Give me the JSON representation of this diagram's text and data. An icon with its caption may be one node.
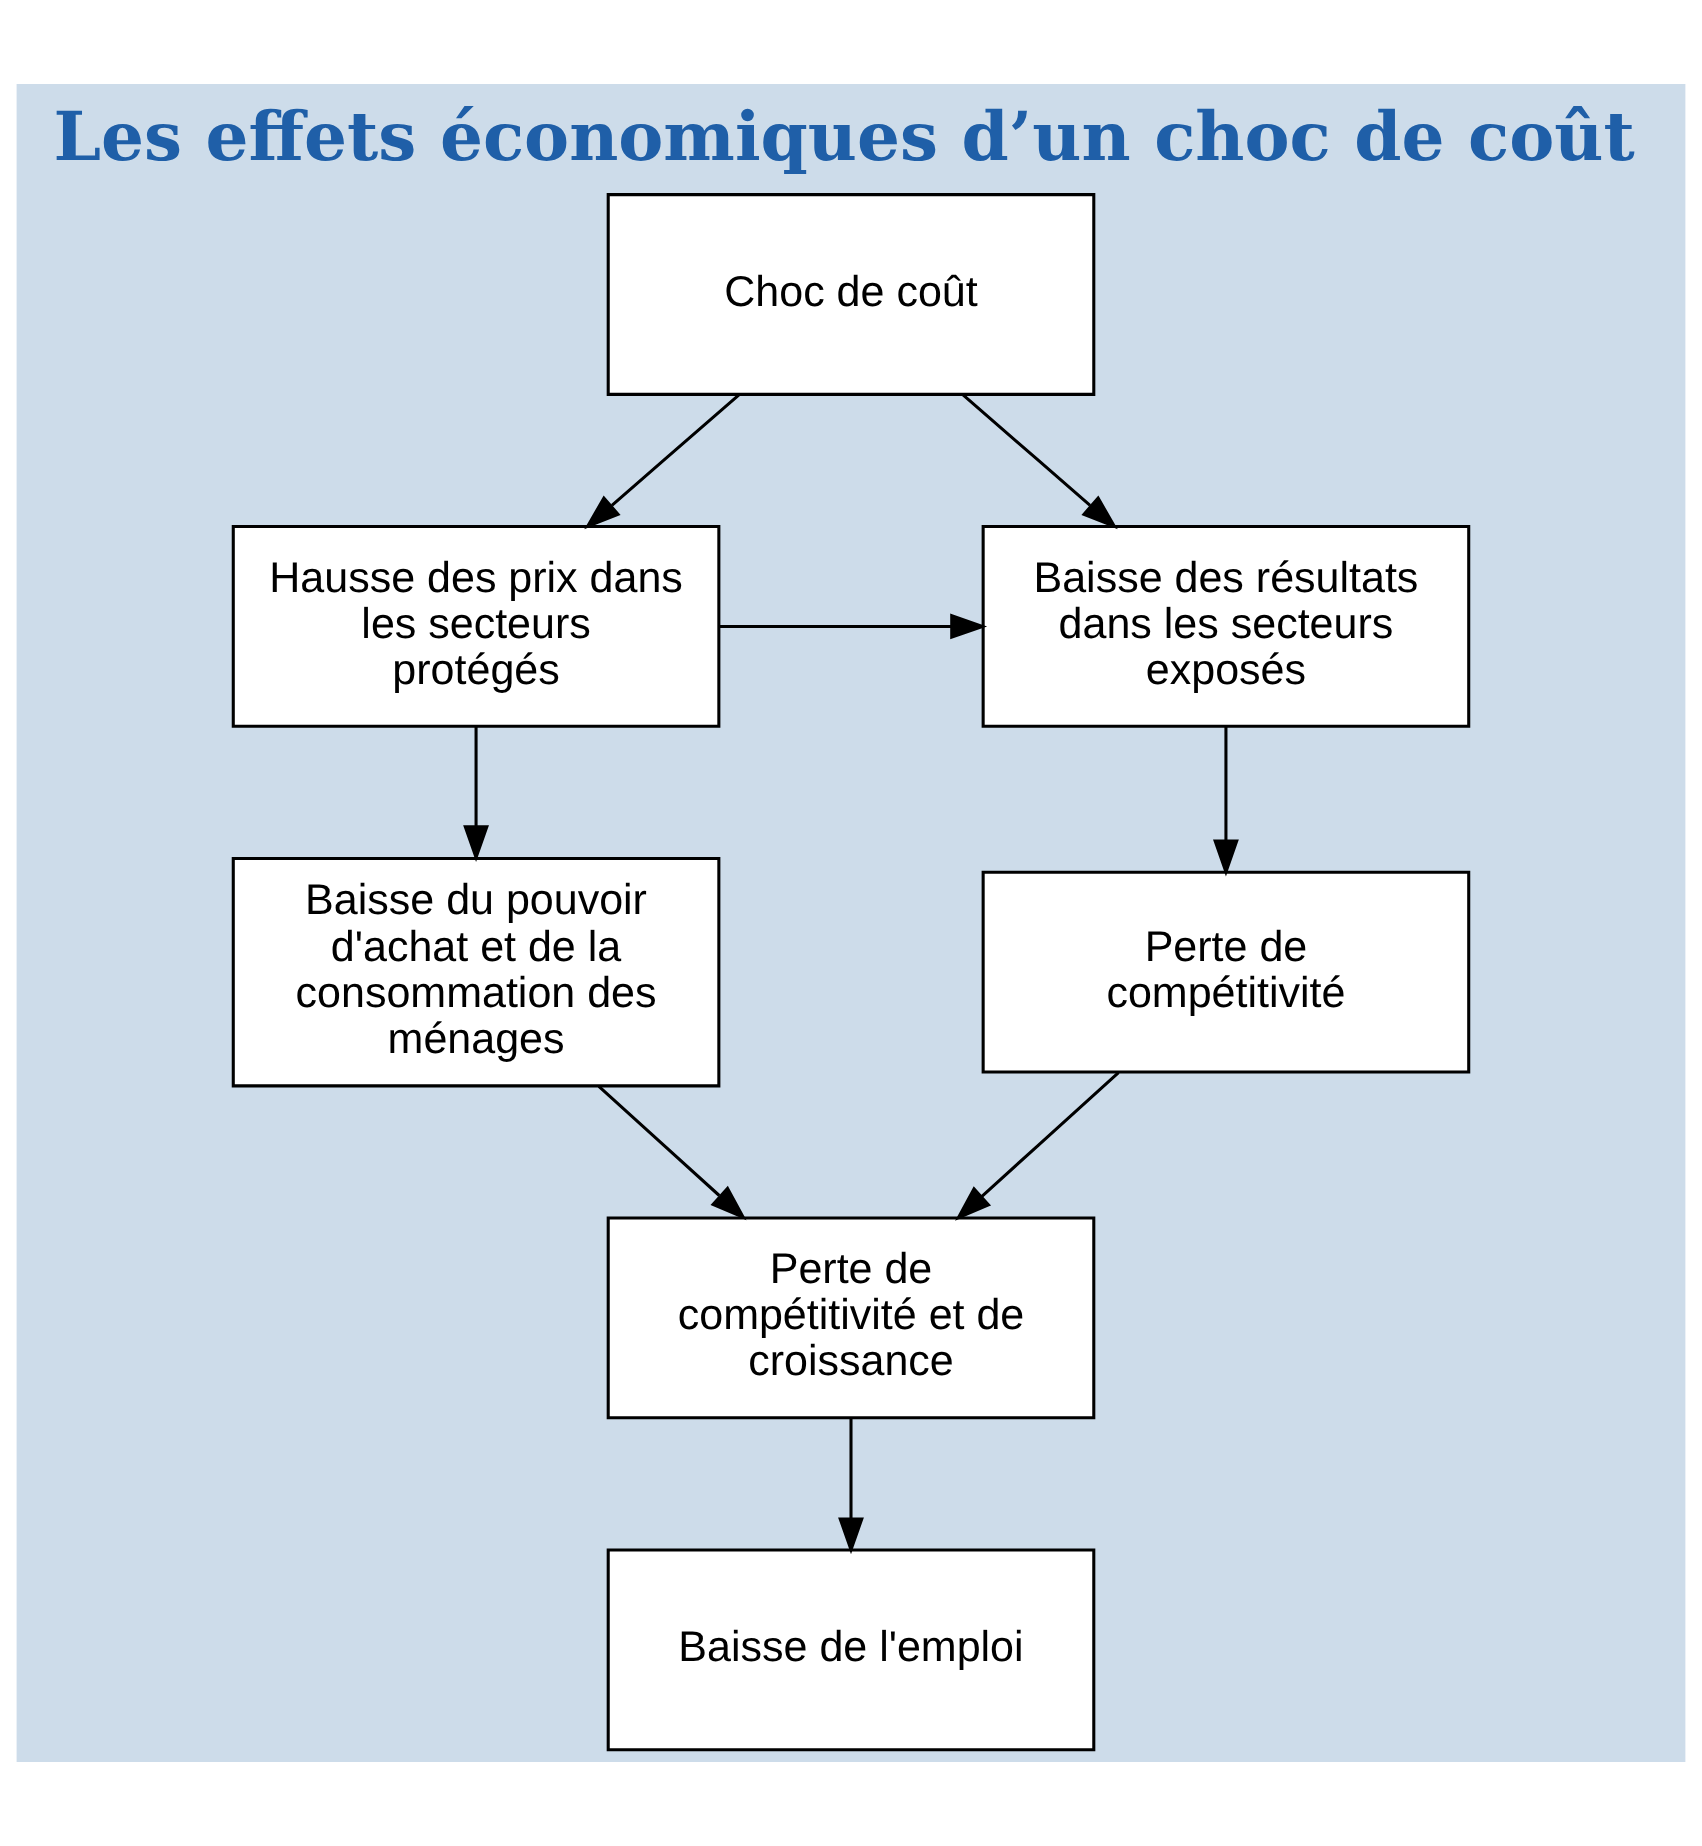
{
  "diagram": {
    "title": "Les effets économiques d’un choc de coût",
    "nodes": [
      {
        "text": [
          "Choc de coût"
        ]
      },
      {
        "text": [
          "Baisse des résultats dans les secteurs exposés"
        ]
      },
      {
        "text": [
          "Hausse des prix dans les secteurs protégés"
        ]
      },
      {
        "text": [
          "Perte de compétitivité"
        ]
      },
      {
        "text": [
          "Baisse du pouvoir d'achat et de la consommation des ménages"
        ]
      },
      {
        "text": [
          "Perte de compétitivité et de croissance"
        ]
      },
      {
        "text": [
          "Baisse de l'emploi"
        ]
      }
    ],
    "edges": [
      {
        "from": 0,
        "to": 1,
        "arrow": "to"
      },
      {
        "from": 0,
        "to": 2,
        "arrow": "to"
      },
      {
        "from": 2,
        "to": 1,
        "arrow": "to"
      },
      {
        "from": 1,
        "to": 3,
        "arrow": "to"
      },
      {
        "from": 2,
        "to": 4,
        "arrow": "to"
      },
      {
        "from": 3,
        "to": 5,
        "arrow": "to"
      },
      {
        "from": 4,
        "to": 5,
        "arrow": "to"
      },
      {
        "from": 5,
        "to": 6,
        "arrow": "to"
      }
    ]
  }
}
